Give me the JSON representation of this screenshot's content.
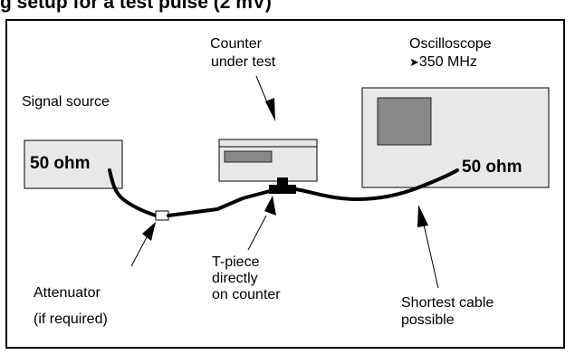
{
  "header": {
    "title": "g setup for a test pulse (2 mV)"
  },
  "labels": {
    "counter_line1": "Counter",
    "counter_line2": "under test",
    "oscilloscope_line1": "Oscilloscope",
    "oscilloscope_symbol": "➤",
    "oscilloscope_line2": "350 MHz",
    "signal_source": "Signal source",
    "source_impedance": "50 ohm",
    "scope_impedance": "50 ohm",
    "attenuator_line1": "Attenuator",
    "attenuator_line2": "(if required)",
    "tpiece_line1": "T-piece",
    "tpiece_line2": "directly",
    "tpiece_line3": "on counter",
    "cable_line1": "Shortest cable",
    "cable_line2": "possible"
  },
  "colors": {
    "box_fill": "#e8e8e8",
    "screen_fill": "#888888",
    "line": "#000000"
  }
}
